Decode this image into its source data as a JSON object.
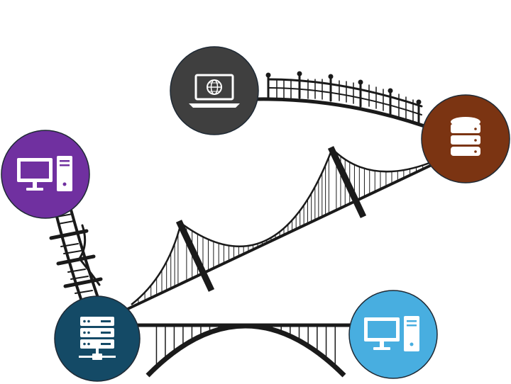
{
  "diagram": {
    "nodes": [
      {
        "id": "laptop",
        "icon": "laptop-globe-icon",
        "color": "#3f3f3f"
      },
      {
        "id": "database",
        "icon": "database-icon",
        "color": "#7b3412"
      },
      {
        "id": "desktop-purple",
        "icon": "desktop-computer-icon",
        "color": "#7030a0"
      },
      {
        "id": "server",
        "icon": "server-rack-icon",
        "color": "#144a66"
      },
      {
        "id": "desktop-blue",
        "icon": "desktop-computer-icon",
        "color": "#48aee0"
      }
    ],
    "connections": [
      {
        "from": "laptop",
        "to": "database",
        "style": "railed-footbridge"
      },
      {
        "from": "server",
        "to": "database",
        "style": "suspension-bridge"
      },
      {
        "from": "desktop-purple",
        "to": "server",
        "style": "ladder-bridge"
      },
      {
        "from": "server",
        "to": "desktop-blue",
        "style": "arch-bridge"
      }
    ],
    "bridge_color": "#1a1a1a"
  }
}
